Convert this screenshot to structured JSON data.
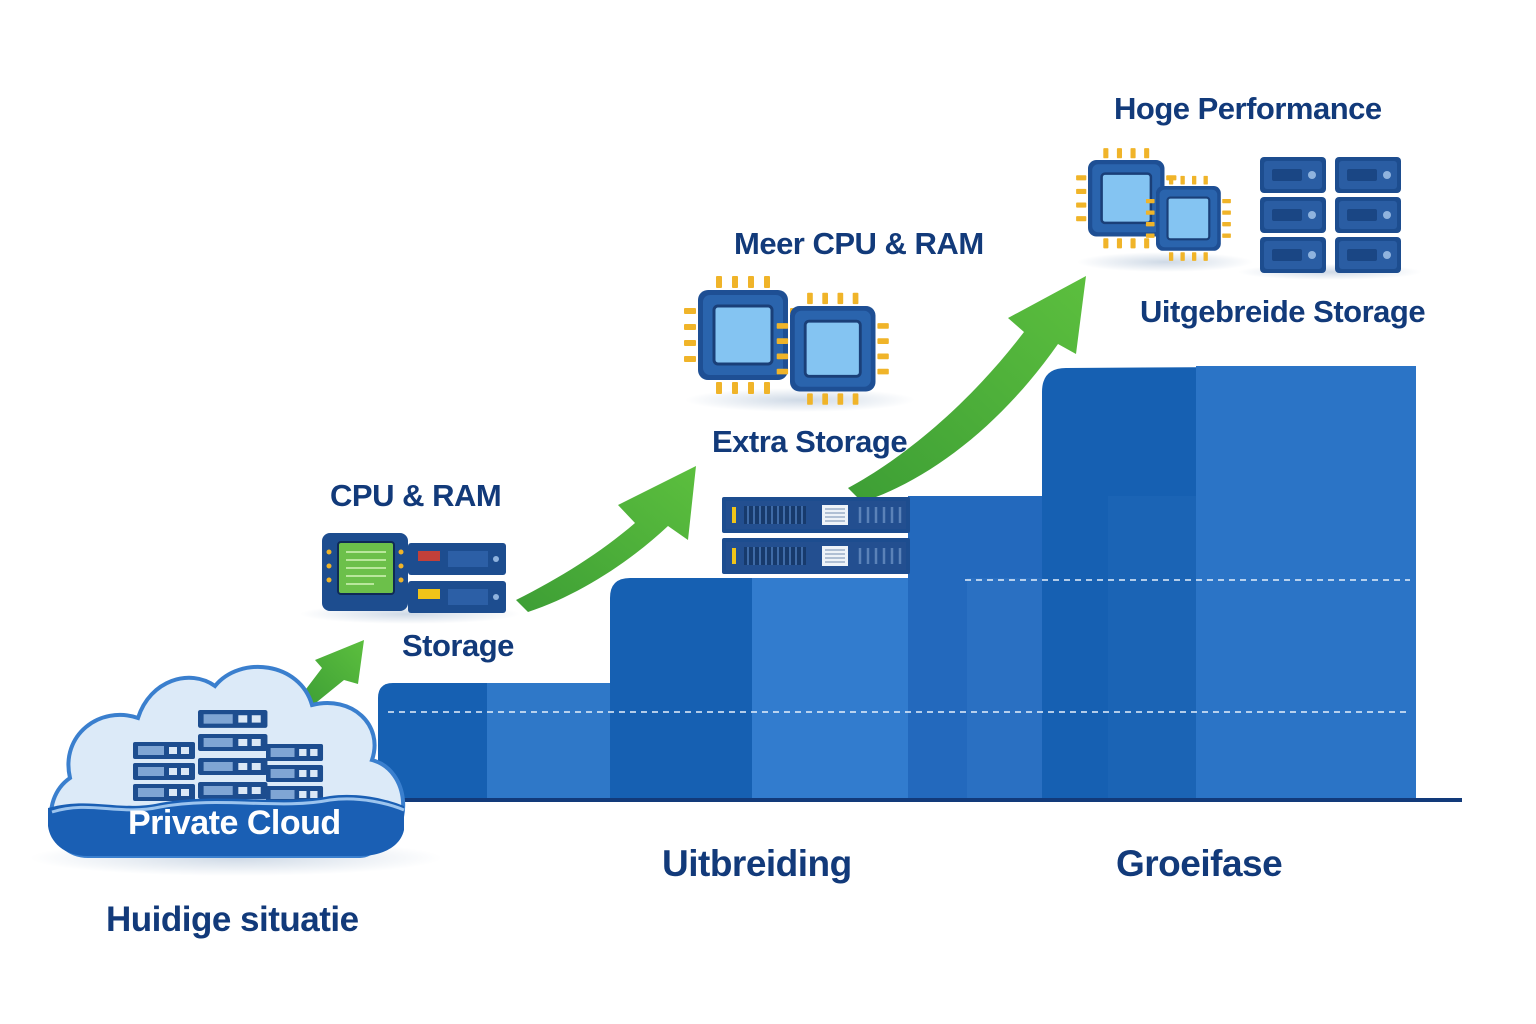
{
  "labels": {
    "cloud": "Private Cloud",
    "current": "Huidige situatie",
    "step1_top": "CPU & RAM",
    "step1_bottom": "Storage",
    "step2_top": "Meer CPU & RAM",
    "step2_bottom": "Extra Storage",
    "step3_top": "Hoge Performance",
    "step3_bottom": "Uitgebreide Storage",
    "phase_expansion": "Uitbreiding",
    "phase_growth": "Groeifase"
  },
  "colors": {
    "block_dark": "#1660b2",
    "block_light": "#2f78c8",
    "block_mid": "#2369bd",
    "text": "#123a7a",
    "arrow": "#4cae3c",
    "cloud_fill": "#dceaf8",
    "cloud_band": "#1a5fb4",
    "chip_body": "#1e4f94",
    "chip_screen": "#84c4f2",
    "chip_pin": "#f0b429"
  },
  "icons": [
    "private-cloud-icon",
    "server-rack-icon",
    "cpu-chip-icon",
    "storage-server-icon",
    "growth-arrow-icon"
  ]
}
